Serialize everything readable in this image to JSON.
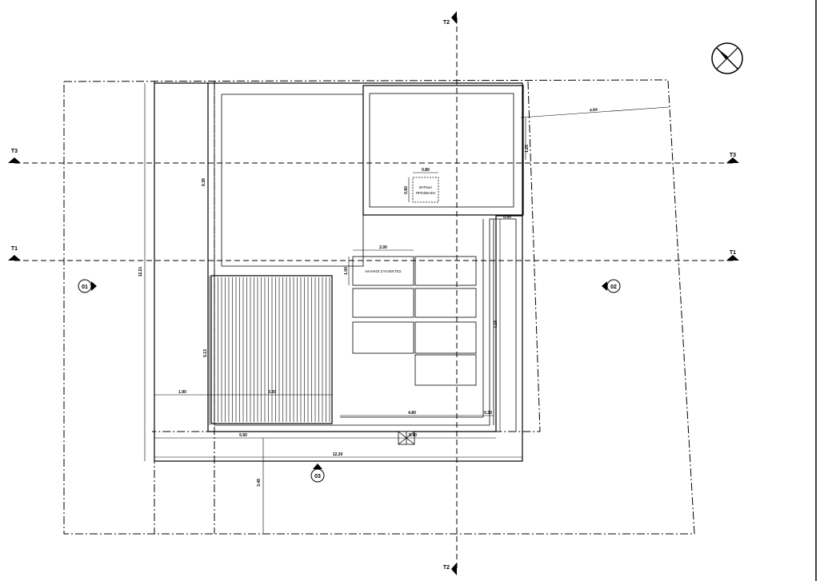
{
  "sections": {
    "t1": "T1",
    "t2": "T2",
    "t3": "T3"
  },
  "elevations": {
    "e01": "01",
    "e02": "02",
    "e03": "03"
  },
  "labels": {
    "access_door": [
      "ΘΥΡΙΔΑ",
      "ΠΡΟΣΒΑΣΗ"
    ],
    "solar_collectors": "ΗΛΙΑΚΟΙ ΣΥΛΛΕΚΤΕΣ"
  },
  "dimensions": {
    "d_494": "4.94",
    "d_125": "1.25",
    "d_080": "0.80",
    "d_080_v": "0.80",
    "d_638": "6.38",
    "d_050": "0.50",
    "d_200": "2.00",
    "d_100": "1.00",
    "d_1221": "12.21",
    "d_718": "7.18",
    "d_513": "5.13",
    "d_190": "1.90",
    "d_330": "3.30",
    "d_480": "4.80",
    "d_030": "0.30",
    "d_590": "5.90",
    "d_540": "5.40",
    "d_1220": "12.20",
    "d_348": "3.48"
  },
  "icons": {
    "north": "north-arrow-icon",
    "stair": "stair-symbol-icon"
  }
}
